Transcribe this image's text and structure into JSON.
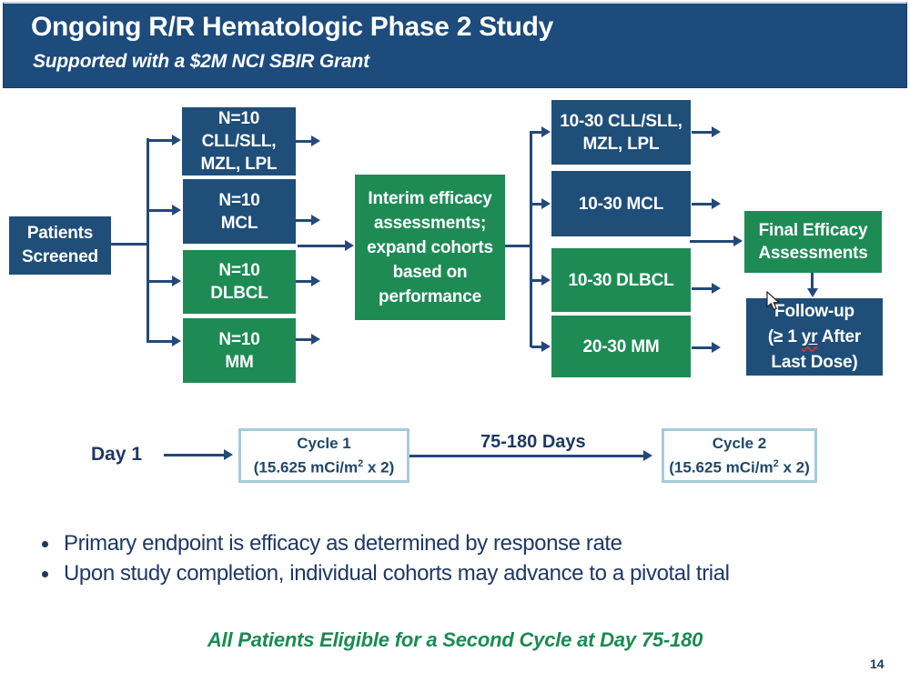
{
  "slide": {
    "title": "Ongoing R/R Hematologic Phase 2 Study",
    "subtitle": "Supported with a $2M NCI SBIR Grant",
    "page_number": "14"
  },
  "colors": {
    "navy_box": "#1F4E79",
    "green_box": "#1E8B55",
    "header_navy": "#1C4B7C",
    "text_navy": "#1F3864",
    "arrow": "#24487A",
    "cycle_border": "#A6CBD9",
    "footer_green": "#1A8B52",
    "squiggle_red": "#CC3333"
  },
  "diagram": {
    "patients_screened": {
      "lines": [
        "Patients",
        "Screened"
      ]
    },
    "initial_cohorts": [
      {
        "lines": [
          "N=10",
          "CLL/SLL,",
          "MZL, LPL"
        ]
      },
      {
        "lines": [
          "N=10",
          "MCL"
        ]
      },
      {
        "lines": [
          "N=10",
          "DLBCL"
        ]
      },
      {
        "lines": [
          "N=10",
          "MM"
        ]
      }
    ],
    "interim_box": {
      "lines": [
        "Interim efficacy",
        "assessments;",
        "expand cohorts",
        "based on",
        "performance"
      ]
    },
    "expanded_cohorts": [
      {
        "lines": [
          "10-30 CLL/SLL,",
          "MZL, LPL"
        ]
      },
      {
        "lines": [
          "10-30 MCL"
        ]
      },
      {
        "lines": [
          "10-30 DLBCL"
        ]
      },
      {
        "lines": [
          "20-30 MM"
        ]
      }
    ],
    "final_efficacy": {
      "lines": [
        "Final Efficacy",
        "Assessments"
      ]
    },
    "follow_up": {
      "line1": "Follow-up",
      "line2_prefix": "(≥ 1 ",
      "line2_underlined": "yr",
      "line2_suffix": " After",
      "line3": "Last Dose)"
    }
  },
  "timeline": {
    "day1_label": "Day 1",
    "cycle1": {
      "title": "Cycle 1",
      "dose_prefix": "(15.625 mCi/m",
      "dose_sup": "2",
      "dose_suffix": " x 2)"
    },
    "between_label": "75-180 Days",
    "cycle2": {
      "title": "Cycle 2",
      "dose_prefix": "(15.625 mCi/m",
      "dose_sup": "2",
      "dose_suffix": " x 2)"
    }
  },
  "bullets": [
    "Primary endpoint is efficacy as determined by response rate",
    "Upon study completion, individual cohorts may advance to a pivotal trial"
  ],
  "footer_note": "All Patients Eligible for a Second Cycle at Day 75-180"
}
